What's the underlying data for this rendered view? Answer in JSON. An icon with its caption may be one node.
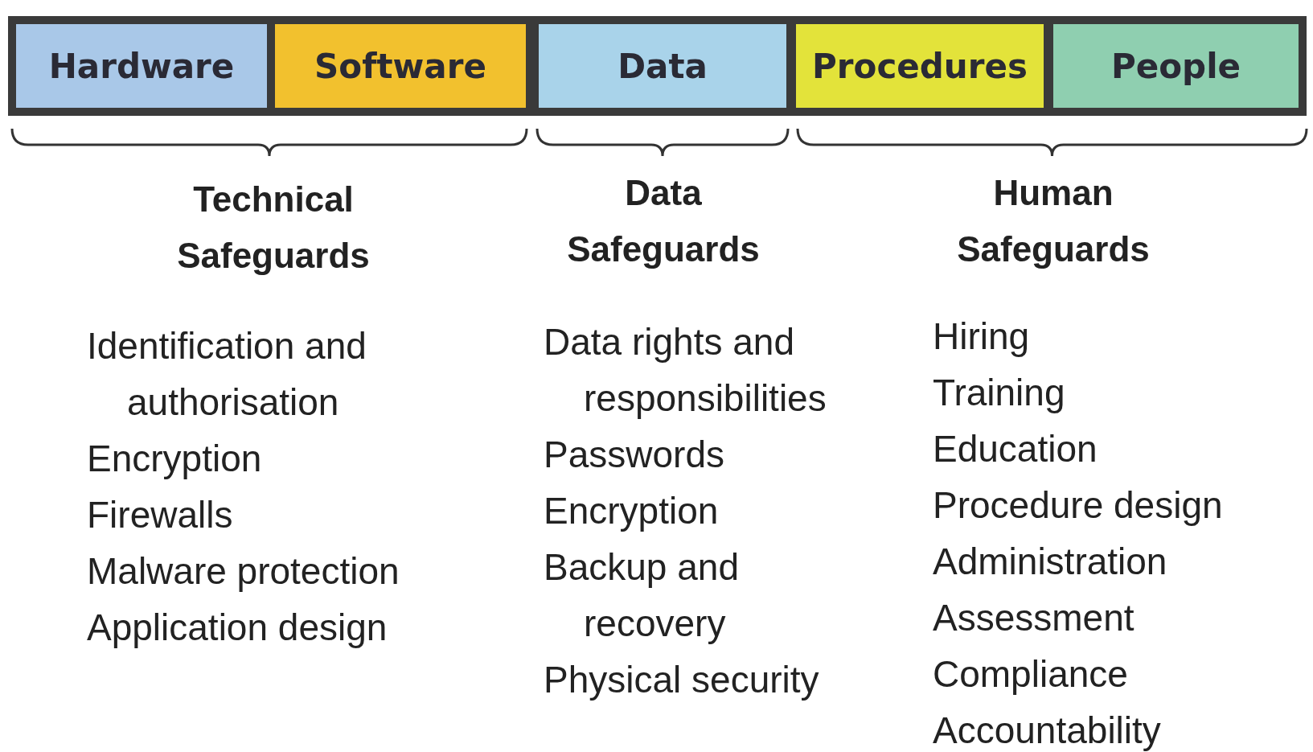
{
  "diagram": {
    "nodes": [
      {
        "text": [
          "Hardware"
        ]
      },
      {
        "text": [
          "Software"
        ]
      },
      {
        "text": [
          "Data"
        ]
      },
      {
        "text": [
          "Procedures"
        ]
      },
      {
        "text": [
          "People"
        ]
      }
    ],
    "labels": [
      "Technical Safeguards",
      "Identification and authorisation",
      "Encryption",
      "Firewalls",
      "Malware protection",
      "Application design",
      "Data Safeguards",
      "Data rights and responsibilities",
      "Passwords",
      "Encryption",
      "Backup and recovery",
      "Physical security",
      "Human Safeguards",
      "Hiring",
      "Training",
      "Education",
      "Procedure design",
      "Administration",
      "Assessment",
      "Compliance",
      "Accountability"
    ]
  }
}
